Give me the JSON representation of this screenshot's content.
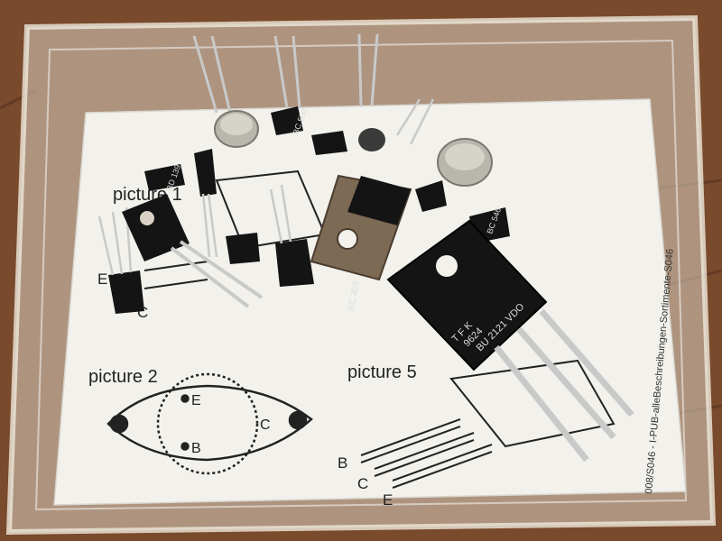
{
  "palette": {
    "floor": "#7a4a2c",
    "floor_dark": "#5a3320",
    "paper": "#f2f1ec",
    "plastic": "#d9d2c4",
    "lead": "#c9c9c9",
    "black": "#141414",
    "metal": "#b9b6ad",
    "ink": "#222222"
  },
  "sheet": {
    "label_picture1": "picture 1",
    "label_picture2": "picture 2",
    "label_picture5": "picture 5",
    "pin_e": "E",
    "pin_b": "B",
    "pin_c": "C",
    "pin_e2": "E",
    "pin_c2": "C",
    "pin_b5": "B",
    "pin_c5": "C",
    "pin_e5": "E",
    "side_caption": "008/S046 - I-PUB-alleBeschreibungen-Sortimente-S046"
  },
  "parts": {
    "big_transistor_markings": [
      "T F K",
      "9624",
      "BU 2121 VDO"
    ],
    "small_marking_1": "BC 309",
    "small_marking_2": "BC 550",
    "small_marking_3": "BC 546",
    "small_marking_4": "BD 139"
  },
  "icons": [
    "transistor-to92-icon",
    "transistor-to3-icon",
    "transistor-to220-icon"
  ]
}
